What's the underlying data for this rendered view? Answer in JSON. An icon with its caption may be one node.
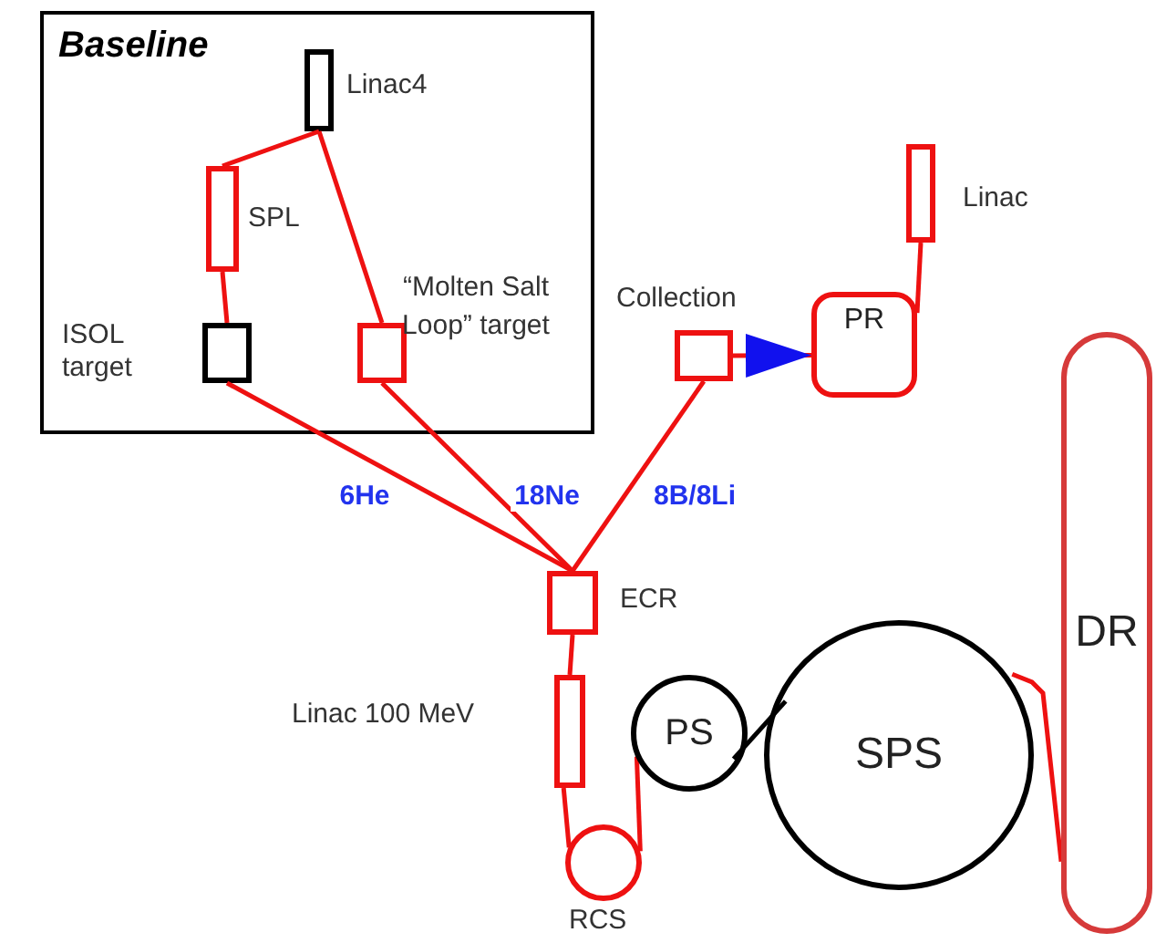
{
  "diagram": {
    "nodes": [
      {
        "text": [
          "Baseline"
        ]
      },
      {
        "text": [],
        "shape": "box",
        "beside": [
          "Linac4"
        ],
        "in": 0
      },
      {
        "text": [],
        "shape": "box",
        "beside": [
          "SPL"
        ],
        "in": 0
      },
      {
        "text": [],
        "shape": "box",
        "beside": [
          "ISOL target"
        ],
        "in": 0
      },
      {
        "text": [],
        "shape": "box",
        "beside": [
          "“Molten Salt Loop” target"
        ],
        "in": 0
      },
      {
        "text": [],
        "shape": "box",
        "beside": [
          "Collection"
        ]
      },
      {
        "text": [
          "PR"
        ]
      },
      {
        "text": [],
        "shape": "box",
        "beside": [
          "Linac"
        ]
      },
      {
        "text": [],
        "shape": "box",
        "beside": [
          "ECR"
        ]
      },
      {
        "text": [],
        "shape": "box",
        "beside": [
          "Linac 100 MeV"
        ]
      },
      {
        "text": [],
        "shape": "circle",
        "beside": [
          "RCS"
        ]
      },
      {
        "text": [
          "PS"
        ]
      },
      {
        "text": [
          "SPS"
        ]
      },
      {
        "text": [
          "DR"
        ]
      }
    ],
    "edges": [
      {
        "from": 1,
        "to": 2,
        "arrow": "none"
      },
      {
        "from": 1,
        "to": 4,
        "arrow": "none"
      },
      {
        "from": 2,
        "to": 3,
        "arrow": "none"
      },
      {
        "from": 3,
        "to": 8,
        "arrow": "none",
        "label": "6He"
      },
      {
        "from": 4,
        "to": 8,
        "arrow": "none",
        "label": "18Ne"
      },
      {
        "from": 5,
        "to": 8,
        "arrow": "none",
        "label": "8B/8Li"
      },
      {
        "from": 5,
        "to": 6,
        "arrow": "to"
      },
      {
        "from": 7,
        "to": 6,
        "arrow": "none"
      },
      {
        "from": 8,
        "to": 9,
        "arrow": "none"
      },
      {
        "from": 9,
        "to": 10,
        "arrow": "none"
      },
      {
        "from": 10,
        "to": 11,
        "arrow": "none"
      },
      {
        "from": 11,
        "to": 12,
        "arrow": "none",
        "color": "#000000"
      },
      {
        "from": 12,
        "to": 13,
        "arrow": "none"
      }
    ]
  }
}
